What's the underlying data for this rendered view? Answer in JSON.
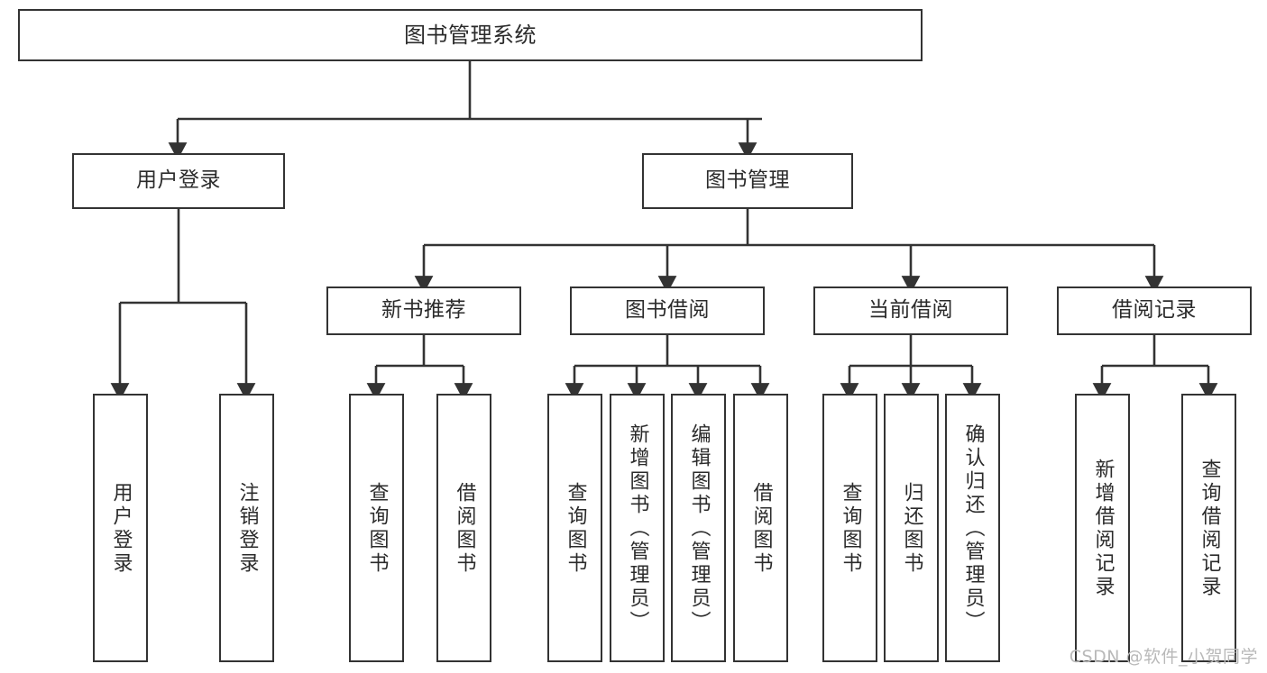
{
  "diagram": {
    "title": "图书管理系统",
    "type": "tree-hierarchy",
    "watermark": "CSDN @软件_小贺同学",
    "colors": {
      "background": "#ffffff",
      "box_border": "#333333",
      "box_fill": "#ffffff",
      "text": "#2b2b2b",
      "edge": "#333333",
      "watermark": "#b9b9b9"
    },
    "root": {
      "label": "图书管理系统"
    },
    "level2": [
      {
        "label": "用户登录"
      },
      {
        "label": "图书管理"
      }
    ],
    "login_children": [
      {
        "label": "用户登录"
      },
      {
        "label": "注销登录"
      }
    ],
    "level3": [
      {
        "label": "新书推荐"
      },
      {
        "label": "图书借阅"
      },
      {
        "label": "当前借阅"
      },
      {
        "label": "借阅记录"
      }
    ],
    "recommend_children": [
      {
        "label": "查询图书"
      },
      {
        "label": "借阅图书"
      }
    ],
    "borrow_children": [
      {
        "label": "查询图书"
      },
      {
        "label": "新增图书（管理员）"
      },
      {
        "label": "编辑图书（管理员）"
      },
      {
        "label": "借阅图书"
      }
    ],
    "current_children": [
      {
        "label": "查询图书"
      },
      {
        "label": "归还图书"
      },
      {
        "label": "确认归还（管理员）"
      }
    ],
    "record_children": [
      {
        "label": "新增借阅记录"
      },
      {
        "label": "查询借阅记录"
      }
    ]
  }
}
